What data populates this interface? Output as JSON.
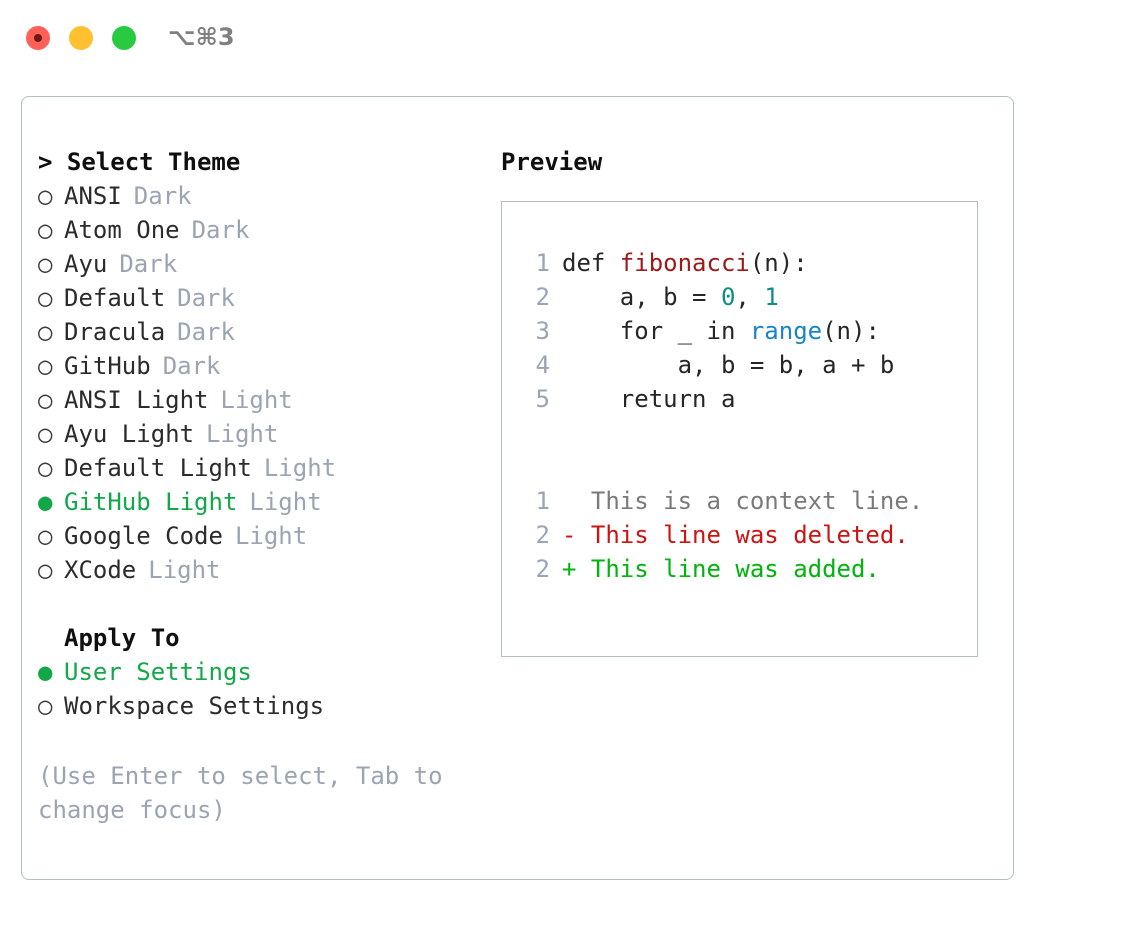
{
  "window": {
    "shortcut": "⌥⌘3",
    "traffic_lights": [
      {
        "name": "close",
        "color": "#ff6058"
      },
      {
        "name": "minimize",
        "color": "#ffc130"
      },
      {
        "name": "maximize",
        "color": "#29ca41"
      }
    ]
  },
  "left": {
    "title": "> Select Theme",
    "markers": {
      "unselected": "○",
      "selected": "●"
    },
    "themes": [
      {
        "name": "ANSI",
        "kind": "Dark",
        "selected": false
      },
      {
        "name": "Atom One",
        "kind": "Dark",
        "selected": false
      },
      {
        "name": "Ayu",
        "kind": "Dark",
        "selected": false
      },
      {
        "name": "Default",
        "kind": "Dark",
        "selected": false
      },
      {
        "name": "Dracula",
        "kind": "Dark",
        "selected": false
      },
      {
        "name": "GitHub",
        "kind": "Dark",
        "selected": false
      },
      {
        "name": "ANSI Light",
        "kind": "Light",
        "selected": false
      },
      {
        "name": "Ayu Light",
        "kind": "Light",
        "selected": false
      },
      {
        "name": "Default Light",
        "kind": "Light",
        "selected": false
      },
      {
        "name": "GitHub Light",
        "kind": "Light",
        "selected": true
      },
      {
        "name": "Google Code",
        "kind": "Light",
        "selected": false
      },
      {
        "name": "XCode",
        "kind": "Light",
        "selected": false
      }
    ],
    "apply_to": {
      "title": "Apply To",
      "options": [
        {
          "label": "User Settings",
          "selected": true
        },
        {
          "label": "Workspace Settings",
          "selected": false
        }
      ]
    },
    "hint": "(Use Enter to select, Tab to change focus)"
  },
  "preview": {
    "title": "Preview",
    "code_lines": [
      {
        "no": "1",
        "tokens": [
          {
            "t": "def ",
            "c": "plain"
          },
          {
            "t": "fibonacci",
            "c": "func"
          },
          {
            "t": "(n):",
            "c": "plain"
          }
        ]
      },
      {
        "no": "2",
        "tokens": [
          {
            "t": "    a, b = ",
            "c": "plain"
          },
          {
            "t": "0",
            "c": "num"
          },
          {
            "t": ", ",
            "c": "plain"
          },
          {
            "t": "1",
            "c": "num"
          }
        ]
      },
      {
        "no": "3",
        "tokens": [
          {
            "t": "    for _ in ",
            "c": "plain"
          },
          {
            "t": "range",
            "c": "call"
          },
          {
            "t": "(n):",
            "c": "plain"
          }
        ]
      },
      {
        "no": "4",
        "tokens": [
          {
            "t": "        a, b = b, a + b",
            "c": "plain"
          }
        ]
      },
      {
        "no": "5",
        "tokens": [
          {
            "t": "    return a",
            "c": "plain"
          }
        ]
      }
    ],
    "diff_lines": [
      {
        "no": "1",
        "text": "  This is a context line.",
        "type": "context"
      },
      {
        "no": "2",
        "text": "- This line was deleted.",
        "type": "deleted"
      },
      {
        "no": "2",
        "text": "+ This line was added.",
        "type": "added"
      }
    ]
  },
  "colors": {
    "accent_green": "#12a84a",
    "muted": "#9aa4b2",
    "border": "#b3bcc7",
    "diff_add": "#00b30d",
    "diff_del": "#cc1414",
    "syntax_function": "#9d1a1a",
    "syntax_number": "#0b8f86",
    "syntax_call": "#1a84c7"
  }
}
